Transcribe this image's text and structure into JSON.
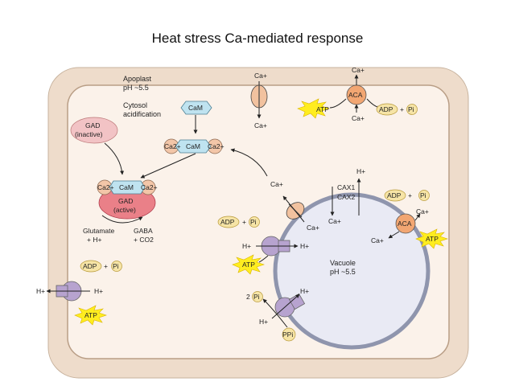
{
  "title": "Heat stress Ca-mediated response",
  "labels": {
    "apoplast": "Apoplast",
    "apoplast_ph": "pH ~5.5",
    "cytosol": "Cytosol",
    "acidification": "acidification",
    "vacuole": "Vacuole",
    "vacuole_ph": "pH ~5.5",
    "gad": "GAD",
    "inactive": "(inactive)",
    "active": "(active)",
    "cam": "CaM",
    "ca2": "Ca2+",
    "ca": "Ca+",
    "hplus": "H+",
    "atp": "ATP",
    "adp": "ADP",
    "plus": "+",
    "pi": "Pi",
    "two_pi": "2",
    "ppi": "PPi",
    "aca": "ACA",
    "cax1": "CAX1",
    "cax2": "CAX2",
    "glutamate": "Glutamate",
    "glut_h": "+ H+",
    "gaba": "GABA",
    "gaba_co2": "+ CO2"
  },
  "colors": {
    "cell_wall": "#eedccb",
    "cytoplasm": "#fbf2ea",
    "vacuole": "#e9eaf4",
    "tonoplast": "#8f95ad",
    "cam": "#bfe3f0",
    "calcium": "#f3c6a8",
    "gad_inactive": "#f2c3c5",
    "gad_active": "#ea8088",
    "atp": "#ffed1f",
    "adp": "#f6e4a6",
    "pump": "#b7a3cf",
    "aca": "#f2a672"
  }
}
